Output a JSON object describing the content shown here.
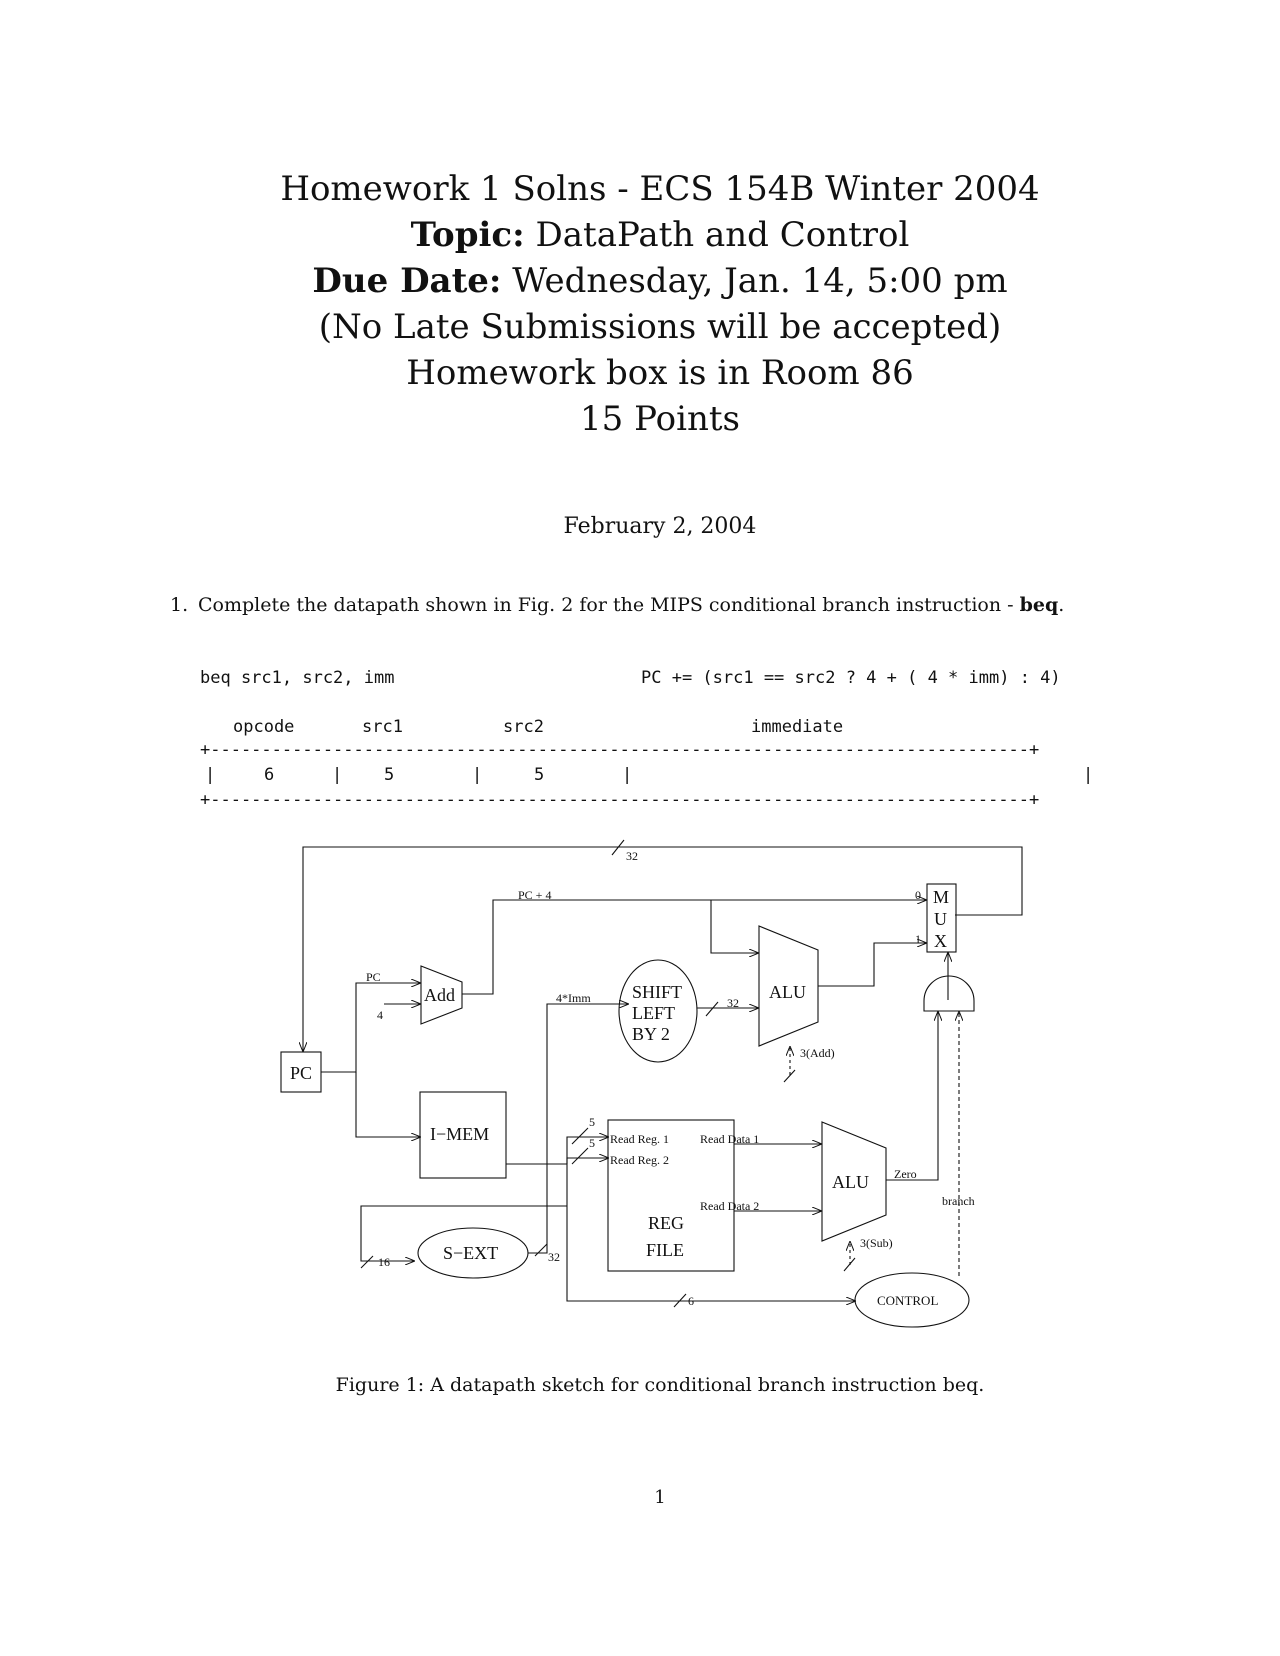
{
  "header": {
    "title": "Homework 1 Solns - ECS 154B Winter 2004",
    "topic_label": "Topic:",
    "topic_value": "DataPath and Control",
    "due_label": "Due Date:",
    "due_value": "Wednesday, Jan. 14, 5:00 pm",
    "late_note": "(No Late Submissions will be accepted)",
    "box_note": "Homework box is in Room 86",
    "points": "15 Points"
  },
  "date": "February 2, 2004",
  "question1": {
    "number": "1.",
    "text": "Complete the datapath shown in Fig. 2 for the MIPS conditional branch instruction -",
    "bold_term": "beq",
    "end": "."
  },
  "instruction": {
    "syntax": "beq src1, src2, imm",
    "semantics": "PC += (src1 == src2 ? 4 + ( 4 * imm) : 4)",
    "fields": [
      "opcode",
      "src1",
      "src2",
      "immediate"
    ],
    "widths": [
      "6",
      "5",
      "5"
    ],
    "border": "+--------------------------------------------------------------------------------+"
  },
  "diagram": {
    "width_32_top": "32",
    "pc_plus_4": "PC + 4",
    "pc_wire": "PC",
    "const_4": "4",
    "add": "Add",
    "pc_box": "PC",
    "imem": "I−MEM",
    "shift_line1": "SHIFT",
    "shift_line2": "LEFT",
    "shift_line3": "BY 2",
    "four_imm": "4*Imm",
    "width_32_shift": "32",
    "alu_top": "ALU",
    "alu_top_ctrl": "3(Add)",
    "mux_m": "M",
    "mux_u": "U",
    "mux_x": "X",
    "mux_in0": "0",
    "mux_in1": "1",
    "read_reg1": "Read Reg. 1",
    "read_reg2": "Read Reg. 2",
    "read_data1": "Read Data 1",
    "read_data2": "Read Data 2",
    "regfile_1": "REG",
    "regfile_2": "FILE",
    "width_5a": "5",
    "width_5b": "5",
    "alu_bottom": "ALU",
    "zero": "Zero",
    "alu_bottom_ctrl": "3(Sub)",
    "branch": "branch",
    "sext": "S−EXT",
    "width_16": "16",
    "width_32_sext": "32",
    "width_6": "6",
    "control": "CONTROL"
  },
  "figure_caption": "Figure 1: A datapath sketch for conditional branch instruction beq.",
  "page_number": "1"
}
